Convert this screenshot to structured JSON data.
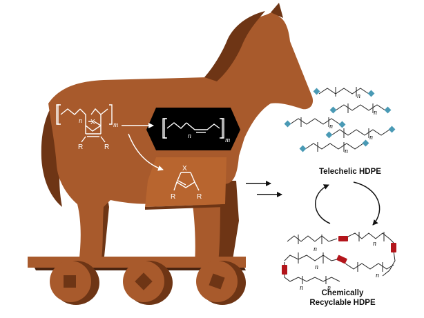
{
  "colors": {
    "horse_body": "#a85a2c",
    "horse_dark": "#6e3515",
    "horse_shadow": "#4a2410",
    "panel_black": "#000000",
    "end_cap_blue": "#4a9ab5",
    "linker_red": "#b3151b"
  },
  "monomer": {
    "n": "n",
    "m": "m",
    "x": "X",
    "r1": "R",
    "r2": "R"
  },
  "polybutadiene": {
    "n": "n",
    "m": "m"
  },
  "byproduct": {
    "x": "X",
    "r1": "R",
    "r2": "R"
  },
  "telechelic": {
    "label": "Telechelic HDPE",
    "n_labels": [
      "n",
      "n",
      "n",
      "n",
      "n"
    ]
  },
  "recyclable": {
    "label_line1": "Chemically",
    "label_line2": "Recyclable HDPE",
    "n_labels": [
      "n",
      "n",
      "n",
      "n",
      "n",
      "n"
    ]
  },
  "icons": [
    "trojan-horse",
    "reaction-arrow",
    "cycle-arrow"
  ]
}
